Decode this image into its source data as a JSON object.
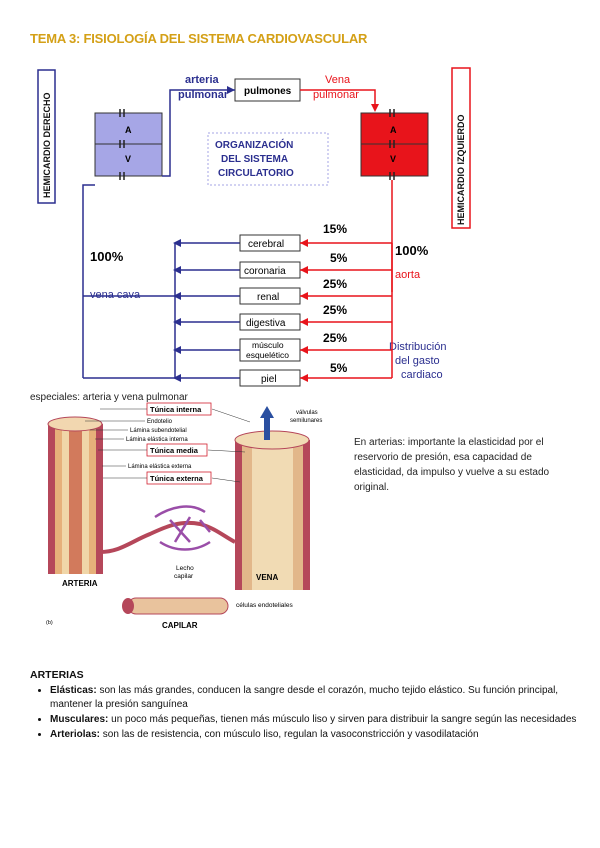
{
  "title": "TEMA 3: FISIOLOGÍA DEL SISTEMA CARDIOVASCULAR",
  "circ": {
    "left_heart": "HEMICARDIO DERECHO",
    "right_heart": "HEMICARDIO IZQUIERDO",
    "arteria1": "arteria",
    "arteria2": "pulmonar",
    "pulmones": "pulmones",
    "vena1": "Vena",
    "vena2": "pulmonar",
    "A": "A",
    "V": "V",
    "org1": "ORGANIZACIÓN",
    "org2": "DEL SISTEMA",
    "org3": "CIRCULATORIO",
    "pct_left": "100%",
    "pct_right": "100%",
    "vena_cava": "vena cava",
    "aorta": "aorta",
    "dist1": "Distribución",
    "dist2": "del gasto",
    "dist3": "cardiaco",
    "organs": [
      {
        "name": "cerebral",
        "pct": "15%"
      },
      {
        "name": "coronaria",
        "pct": "5%"
      },
      {
        "name": "renal",
        "pct": "25%"
      },
      {
        "name": "digestiva",
        "pct": "25%"
      },
      {
        "name1": "músculo",
        "name2": "esquelético",
        "pct": "25%"
      },
      {
        "name": "piel",
        "pct": "5%"
      }
    ]
  },
  "caption": "especiales: arteria y vena pulmonar",
  "vessels": {
    "tunica_interna": "Túnica interna",
    "endotelio": "Endotelio",
    "lamina_sub": "Lámina subendotelial",
    "lamina_int": "Lámina elástica interna",
    "tunica_media": "Túnica media",
    "lamina_ext": "Lámina elástica externa",
    "tunica_externa": "Túnica externa",
    "valvulas1": "válvulas",
    "valvulas2": "semilunares",
    "arteria": "ARTERIA",
    "vena": "VENA",
    "lecho1": "Lecho",
    "lecho2": "capilar",
    "capilar": "CAPILAR",
    "celulas": "células endoteliales",
    "fig": "(b)"
  },
  "note": "En arterias: importante la elasticidad por el reservorio de presión, esa capacidad de elasticidad, da impulso y vuelve a su estado original.",
  "arterias": {
    "heading": "ARTERIAS",
    "items": [
      {
        "term": "Elásticas:",
        "text": " son las más grandes, conducen la sangre desde el corazón, mucho tejido elástico. Su función principal, mantener la presión sanguínea"
      },
      {
        "term": "Musculares:",
        "text": " un poco más pequeñas, tienen más músculo liso y sirven para distribuir la sangre según las necesidades"
      },
      {
        "term": "Arteriolas:",
        "text": " son las de resistencia, con músculo liso, regulan la vasoconstricción y vasodilatación"
      }
    ]
  },
  "colors": {
    "title": "#d4a017",
    "blue": "#2b2f8f",
    "red": "#e8141b",
    "purple_box": "#a6a6e6"
  }
}
